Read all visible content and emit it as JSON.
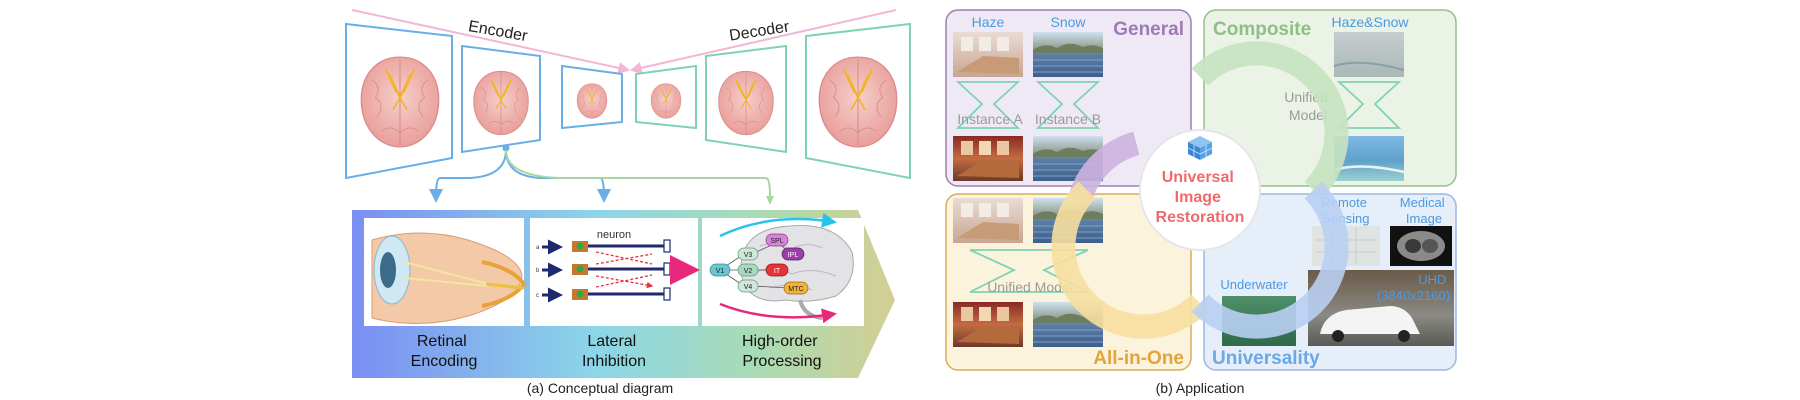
{
  "panel_a": {
    "encoder_label": "Encoder",
    "decoder_label": "Decoder",
    "neuron_label": "neuron",
    "row_letters": [
      "a",
      "b",
      "c"
    ],
    "visual_nodes": [
      "V1",
      "V2",
      "V3",
      "V4",
      "SPL",
      "IPL",
      "IT",
      "MTC"
    ],
    "stage_labels": [
      [
        "Retinal",
        "Encoding"
      ],
      [
        "Lateral",
        "Inhibition"
      ],
      [
        "High-order",
        "Processing"
      ]
    ],
    "caption": "(a) Conceptual diagram"
  },
  "panel_b": {
    "center_title": [
      "Universal",
      "Image",
      "Restoration"
    ],
    "general": {
      "title": "General",
      "col_labels": [
        "Haze",
        "Snow"
      ],
      "instance_labels": [
        "Instance A",
        "Instance B"
      ]
    },
    "composite": {
      "title": "Composite",
      "col_label": "Haze&Snow",
      "model_label": [
        "Unified",
        "Model"
      ]
    },
    "all_in_one": {
      "title": "All-in-One",
      "model_label": "Unified Model"
    },
    "universality": {
      "title": "Universality",
      "remote_label": [
        "Remote",
        "Sensing"
      ],
      "medical_label": [
        "Medical",
        "Image"
      ],
      "underwater_label": "Underwater",
      "uhd_label": [
        "UHD",
        "(3840x2160)"
      ]
    },
    "caption": "(b) Application"
  },
  "colors": {
    "encoder_blue": "#6aaee8",
    "decoder_green": "#7fd3b4",
    "pink_arrow": "#f2b6d8",
    "general_bg": "#efe9f6",
    "general_title": "#a07ab8",
    "composite_bg": "#eaf3e6",
    "composite_title": "#8fbf86",
    "allinone_bg": "#fbf3dc",
    "allinone_title": "#e2a43c",
    "universality_bg": "#e6eefa",
    "universality_title": "#6aa8e6",
    "center_text": "#f06a6a",
    "label_blue": "#4a9ae0"
  }
}
